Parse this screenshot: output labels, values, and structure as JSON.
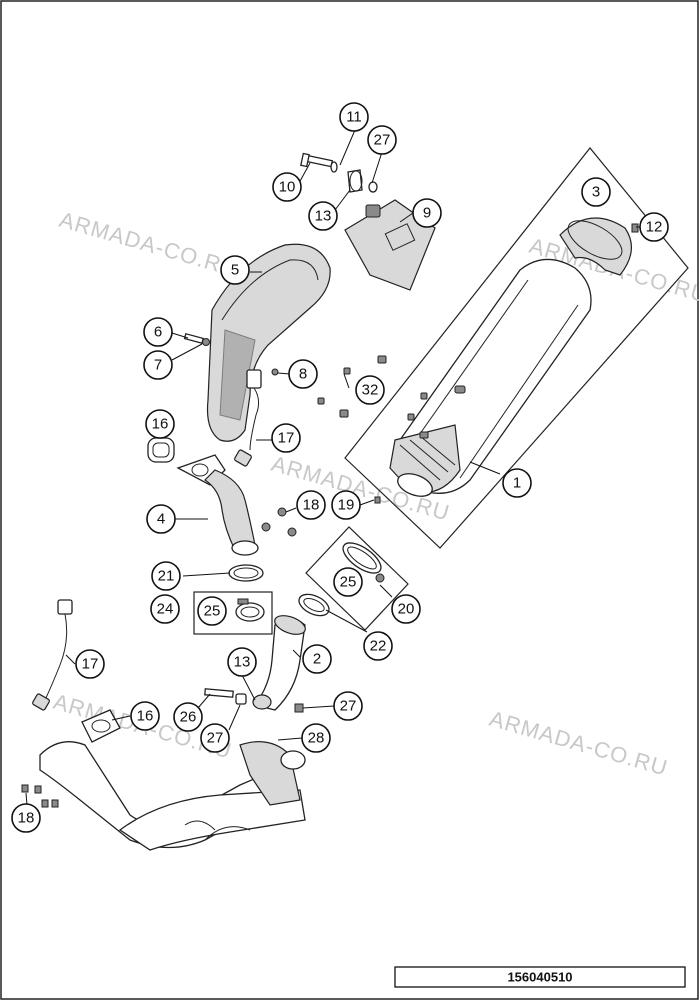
{
  "watermark": "ARMADA-CO.RU",
  "document_number": "156040510",
  "callouts": [
    "1",
    "2",
    "3",
    "4",
    "5",
    "6",
    "7",
    "8",
    "9",
    "10",
    "11",
    "12",
    "13",
    "16",
    "17",
    "18",
    "19",
    "20",
    "21",
    "22",
    "24",
    "25",
    "26",
    "27",
    "28",
    "32"
  ]
}
